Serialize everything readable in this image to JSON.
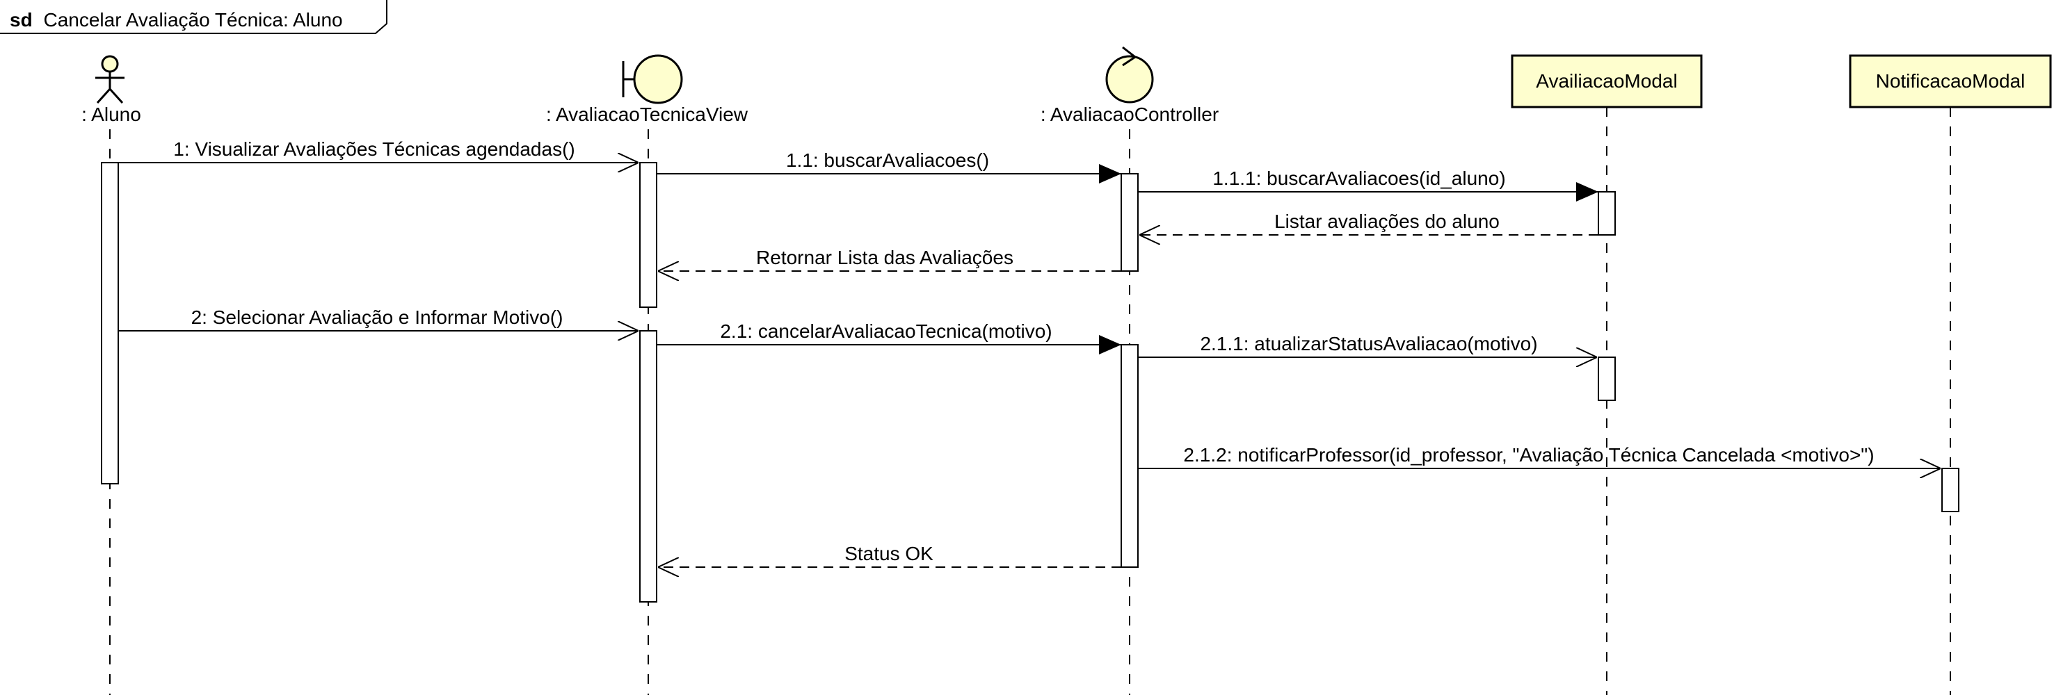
{
  "frame": {
    "keyword": "sd",
    "title": "Cancelar Avaliação Técnica: Aluno"
  },
  "lifelines": [
    {
      "id": "aluno",
      "name": ": Aluno",
      "kind": "actor"
    },
    {
      "id": "view",
      "name": ": AvaliacaoTecnicaView",
      "kind": "boundary"
    },
    {
      "id": "ctrl",
      "name": ": AvaliacaoController",
      "kind": "control"
    },
    {
      "id": "aval",
      "name": "AvailiacaoModal",
      "kind": "box"
    },
    {
      "id": "notif",
      "name": "NotificacaoModal",
      "kind": "box"
    }
  ],
  "messages": [
    {
      "label": "1: Visualizar Avaliações Técnicas agendadas()",
      "from": "aluno",
      "to": "view",
      "type": "async"
    },
    {
      "label": "1.1: buscarAvaliacoes()",
      "from": "view",
      "to": "ctrl",
      "type": "sync"
    },
    {
      "label": "1.1.1: buscarAvaliacoes(id_aluno)",
      "from": "ctrl",
      "to": "aval",
      "type": "sync"
    },
    {
      "label": "Listar avaliações do aluno",
      "from": "aval",
      "to": "ctrl",
      "type": "return"
    },
    {
      "label": "Retornar Lista das Avaliações",
      "from": "ctrl",
      "to": "view",
      "type": "return"
    },
    {
      "label": "2: Selecionar Avaliação e Informar Motivo()",
      "from": "aluno",
      "to": "view",
      "type": "async"
    },
    {
      "label": "2.1: cancelarAvaliacaoTecnica(motivo)",
      "from": "view",
      "to": "ctrl",
      "type": "sync"
    },
    {
      "label": "2.1.1: atualizarStatusAvaliacao(motivo)",
      "from": "ctrl",
      "to": "aval",
      "type": "async"
    },
    {
      "label": "2.1.2: notificarProfessor(id_professor, \"Avaliação Técnica Cancelada <motivo>\")",
      "from": "ctrl",
      "to": "notif",
      "type": "async"
    },
    {
      "label": "Status OK",
      "from": "ctrl",
      "to": "view",
      "type": "return"
    }
  ],
  "colors": {
    "participant_fill": "#FEFECE",
    "line": "#000000",
    "background": "#FFFFFF"
  },
  "icons": [
    "actor-stick-figure-icon",
    "boundary-icon",
    "control-icon"
  ]
}
